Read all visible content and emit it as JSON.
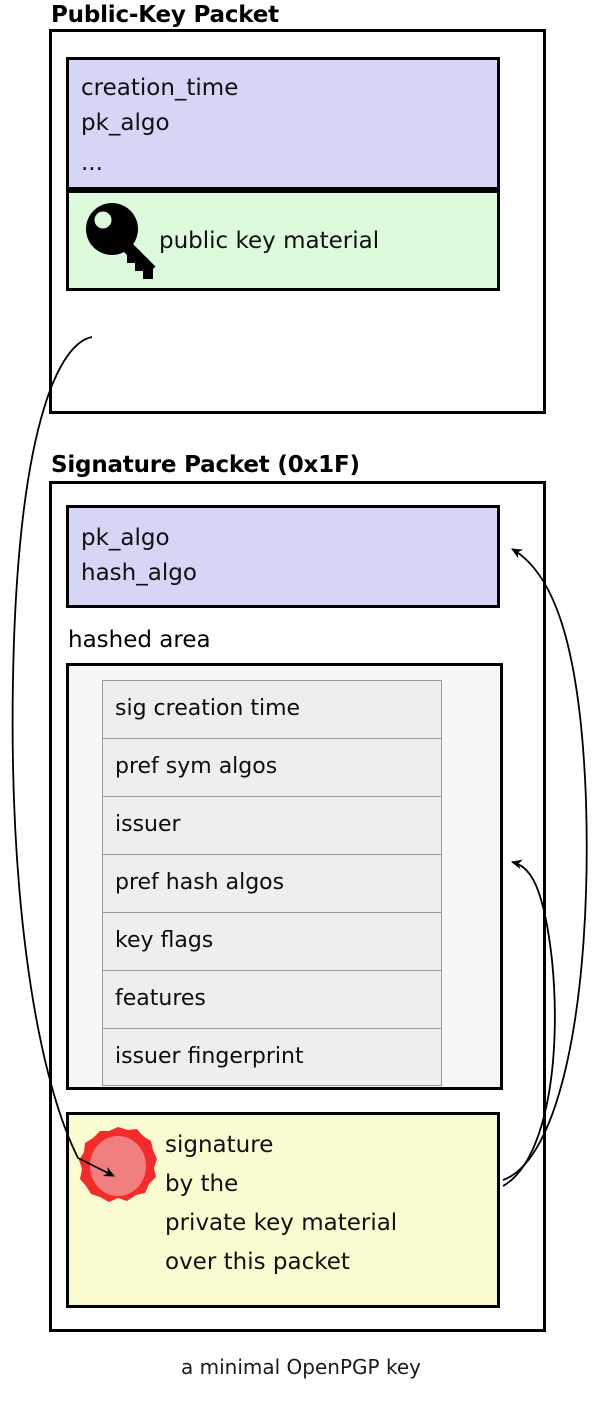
{
  "diagram": {
    "caption": "a minimal OpenPGP key",
    "colors": {
      "lavender": "#d5d5f5",
      "green": "#ddfadd",
      "yellow": "#fbfbd2",
      "subpacket_fill": "#eeeeee",
      "hashed_area_fill": "#f7f7f7",
      "seal_outer": "#f42b2b",
      "seal_inner": "#f08080",
      "stroke": "#000000"
    }
  },
  "public_key_packet": {
    "title": "Public-Key Packet",
    "header_fields": {
      "line1": "creation_time",
      "line2": "pk_algo",
      "line3": "..."
    },
    "key_material": {
      "label": "public key material",
      "icon": "key-icon"
    }
  },
  "signature_packet": {
    "title": "Signature Packet (0x1F)",
    "algo_fields": {
      "line1": "pk_algo",
      "line2": "hash_algo"
    },
    "hashed_area": {
      "label": "hashed area",
      "subpackets": [
        "sig creation time",
        "pref sym algos",
        "issuer",
        "pref hash algos",
        "key flags",
        "features",
        "issuer fingerprint"
      ]
    },
    "signature_block": {
      "icon": "wax-seal-icon",
      "line1": "signature",
      "line2": "by the",
      "line3": "private key material",
      "line4": "over this packet"
    }
  }
}
